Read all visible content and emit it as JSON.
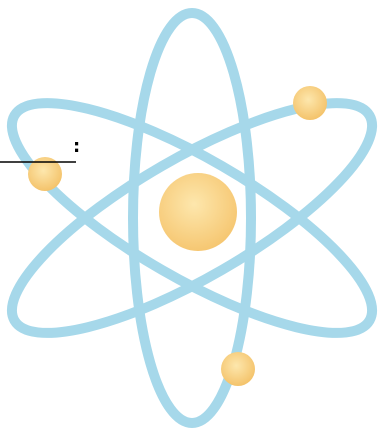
{
  "diagram": {
    "subject": "atom",
    "label_text": ":",
    "colors": {
      "orbit": "#a6d8ea",
      "nucleus_light": "#fde3a4",
      "nucleus_dark": "#f6c772",
      "electron_light": "#fde3a4",
      "electron_dark": "#f5c56f",
      "leader_line": "#000000"
    },
    "counts": {
      "orbits": 3,
      "electrons": 3,
      "nuclei": 1
    }
  }
}
